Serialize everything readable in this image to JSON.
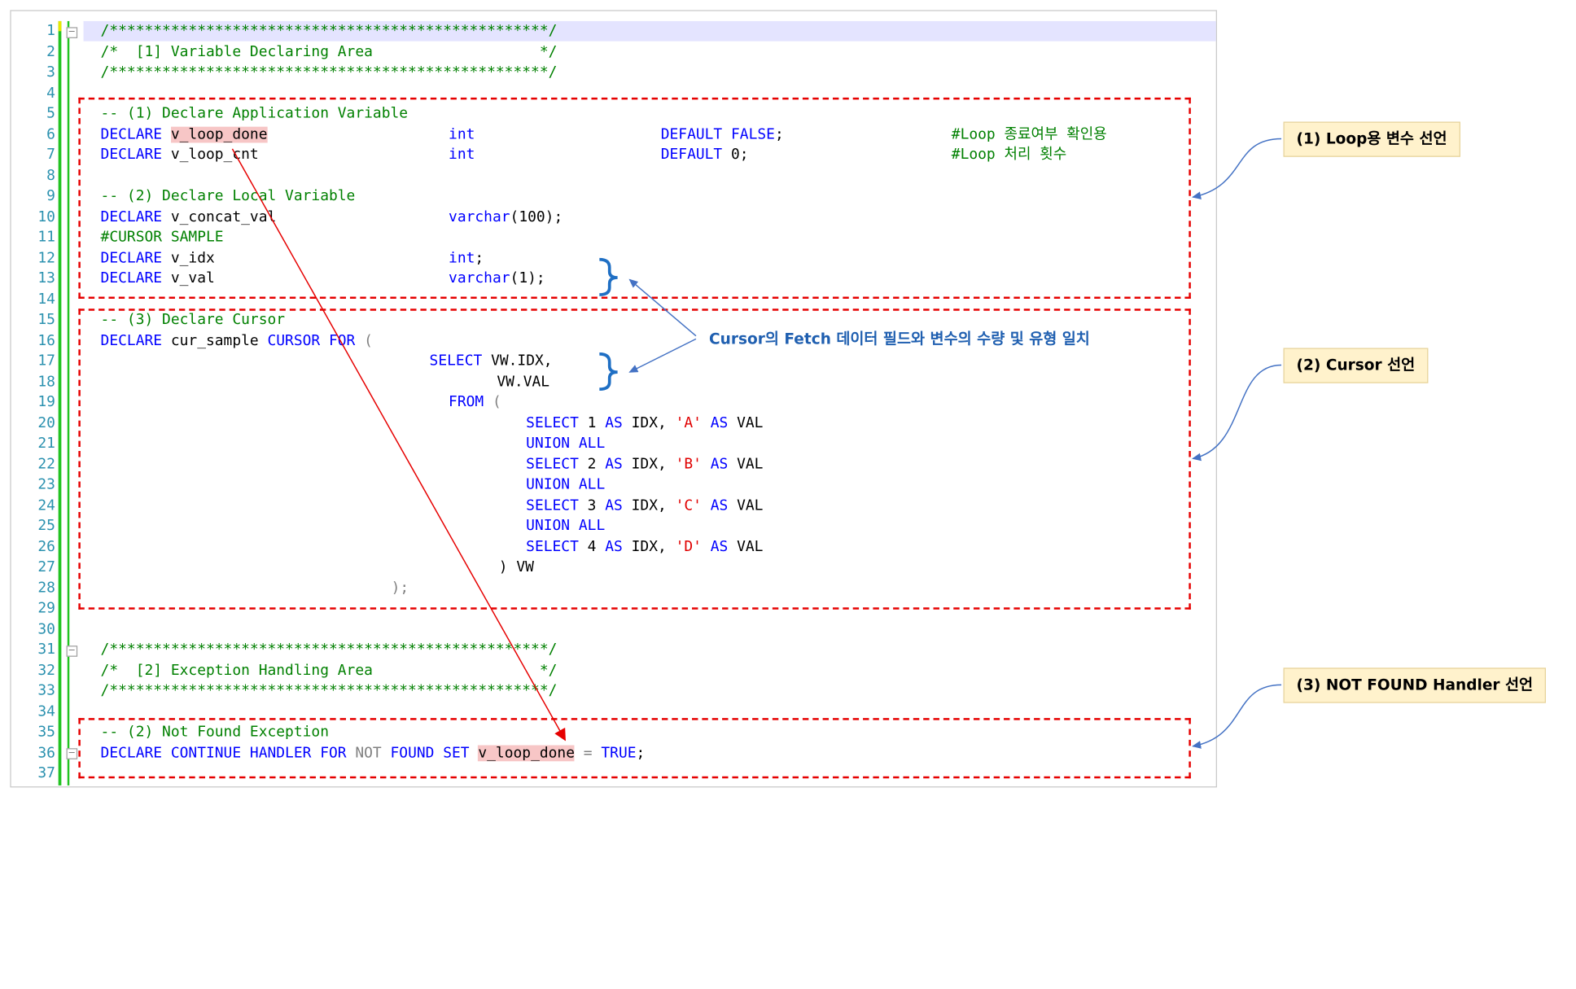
{
  "line_numbers": [
    "1",
    "2",
    "3",
    "4",
    "5",
    "6",
    "7",
    "8",
    "9",
    "10",
    "11",
    "12",
    "13",
    "14",
    "15",
    "16",
    "17",
    "18",
    "19",
    "20",
    "21",
    "22",
    "23",
    "24",
    "25",
    "26",
    "27",
    "28",
    "29",
    "30",
    "31",
    "32",
    "33",
    "34",
    "35",
    "36",
    "37"
  ],
  "code": {
    "l1": "/**************************************************/",
    "l2": "/*  [1] Variable Declaring Area                   */",
    "l3": "/**************************************************/",
    "l5": "-- (1) Declare Application Variable",
    "declare": "DECLARE ",
    "l6_var": "v_loop_done",
    "l6_type": "int",
    "l6_default_kw": "DEFAULT FALSE",
    "l6_semi": ";",
    "l6_comment": "#Loop 종료여부 확인용",
    "l7_var": "v_loop_cnt",
    "l7_type": "int",
    "l7_default_kw": "DEFAULT ",
    "l7_default_val": "0",
    "l7_comment": "#Loop 처리 횟수",
    "l9": "-- (2) Declare Local Variable",
    "l10_var": "v_concat_val",
    "l10_type": "varchar",
    "l10_args": "(100);",
    "l11": "#CURSOR SAMPLE",
    "l12_var": "v_idx",
    "l12_type": "int",
    "l12_semi": ";",
    "l13_var": "v_val",
    "l13_type": "varchar",
    "l13_args": "(1);",
    "l15": "-- (3) Declare Cursor",
    "l16_name": "cur_sample ",
    "l16_kw": "CURSOR FOR",
    "l16_paren": " (",
    "l17_kw": "SELECT",
    "l17_rest": " VW.IDX,",
    "l18": "VW.VAL",
    "l19_kw": "FROM",
    "l19_paren": " (",
    "select": "SELECT",
    "as": "AS",
    "idx_sep": " IDX, ",
    "val": " VAL",
    "union_all": "UNION ALL",
    "rows": [
      {
        "num": "1",
        "str": "'A'"
      },
      {
        "num": "2",
        "str": "'B'"
      },
      {
        "num": "3",
        "str": "'C'"
      },
      {
        "num": "4",
        "str": "'D'"
      }
    ],
    "l27": ") VW",
    "l28": ");",
    "l31": "/**************************************************/",
    "l32": "/*  [2] Exception Handling Area                   */",
    "l33": "/**************************************************/",
    "l35": "-- (2) Not Found Exception",
    "l36_kw1": "DECLARE CONTINUE HANDLER FOR ",
    "l36_not": "NOT",
    "l36_kw2": " FOUND SET ",
    "l36_var": "v_loop_done",
    "l36_eq": " = ",
    "l36_true": "TRUE",
    "l36_semi": ";"
  },
  "annotations": {
    "loop_vars": "(1) Loop용 변수 선언",
    "cursor": "(2) Cursor 선언",
    "handler": "(3) NOT FOUND Handler 선언",
    "fetch_match": "Cursor의 Fetch 데이터 필드와 변수의 수량 및 유형 일치"
  },
  "colors": {
    "comment": "#008000",
    "keyword": "#0000ff",
    "string": "#e00000",
    "line_number": "#2b91af",
    "box": "#e60000",
    "arrow_red": "#e60000",
    "arrow_blue": "#4472c4",
    "note_bg": "#fff2cc",
    "label_blue": "#1f5fb0"
  }
}
